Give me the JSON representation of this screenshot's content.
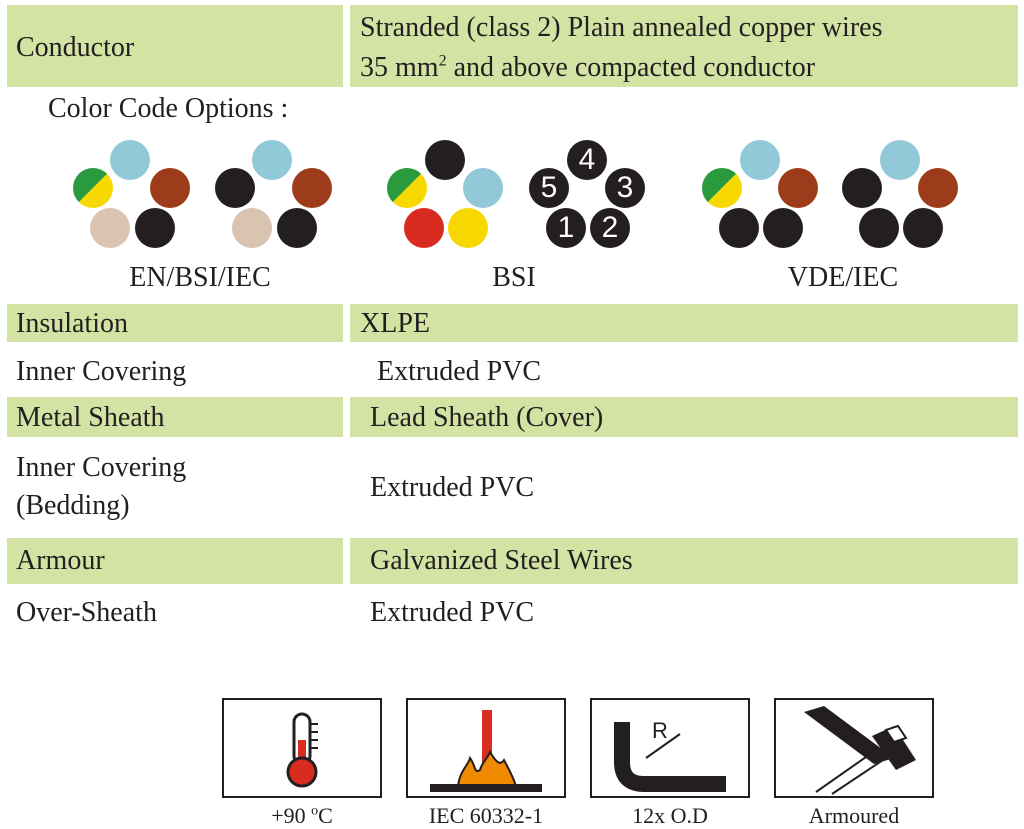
{
  "colors": {
    "band": "#d3e3a3",
    "text": "#231f20",
    "black": "#231f20",
    "blue": "#92c9d8",
    "brown": "#9d3c1a",
    "beige": "#d8c4b0",
    "red": "#d82c21",
    "yellow": "#f7d800",
    "green": "#2a9a3e",
    "flame": "#f08a00"
  },
  "conductor": {
    "label": "Conductor",
    "line1": "Stranded (class 2) Plain annealed copper wires",
    "line2_pre": "35 mm",
    "line2_sup": "2",
    "line2_post": " and above compacted conductor"
  },
  "color_code": {
    "title": "Color Code Options :",
    "groups": [
      {
        "label": "EN/BSI/IEC"
      },
      {
        "label": "BSI"
      },
      {
        "label": "VDE/IEC"
      }
    ],
    "numbers": [
      "4",
      "5",
      "3",
      "1",
      "2"
    ]
  },
  "rows": [
    {
      "label": "Insulation",
      "value": "XLPE"
    },
    {
      "label": "Inner Covering",
      "value": "Extruded PVC"
    },
    {
      "label": "Metal Sheath",
      "value": "Lead Sheath (Cover)"
    },
    {
      "label_line1": "Inner Covering",
      "label_line2": "(Bedding)",
      "value": "Extruded PVC"
    },
    {
      "label": "Armour",
      "value": "Galvanized Steel Wires"
    },
    {
      "label": "Over-Sheath",
      "value": "Extruded PVC"
    }
  ],
  "icons": [
    {
      "name": "thermometer-icon",
      "caption_pre": "+90 ",
      "caption_sup": "o",
      "caption_post": "C"
    },
    {
      "name": "flame-test-icon",
      "caption": "IEC 60332-1"
    },
    {
      "name": "bending-radius-icon",
      "caption": "12x O.D",
      "letter": "R"
    },
    {
      "name": "armoured-cable-icon",
      "caption": "Armoured"
    }
  ]
}
